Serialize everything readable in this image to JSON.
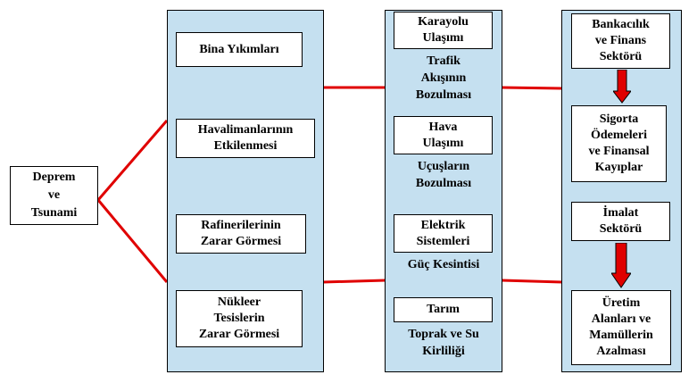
{
  "colors": {
    "column_fill": "#c5e0f0",
    "connector": "#e00000",
    "arrow": "#e00000"
  },
  "source": {
    "l1": "Deprem",
    "l2": "ve",
    "l3": "Tsunami"
  },
  "column1": {
    "items": [
      {
        "l1": "Bina Yıkımları"
      },
      {
        "l1": "Havalimanlarının",
        "l2": "Etkilenmesi"
      },
      {
        "l1": "Rafinerilerinin",
        "l2": "Zarar Görmesi"
      },
      {
        "l1": "Nükleer",
        "l2": "Tesislerin",
        "l3": "Zarar Görmesi"
      }
    ]
  },
  "column2": {
    "groups": [
      {
        "box_l1": "Karayolu",
        "box_l2": "Ulaşımı",
        "label_l1": "Trafik",
        "label_l2": "Akışının",
        "label_l3": "Bozulması"
      },
      {
        "box_l1": "Hava",
        "box_l2": "Ulaşımı",
        "label_l1": "Uçuşların",
        "label_l2": "Bozulması"
      },
      {
        "box_l1": "Elektrik",
        "box_l2": "Sistemleri",
        "label_l1": "Güç Kesintisi"
      },
      {
        "box_l1": "Tarım",
        "label_l1": "Toprak ve Su",
        "label_l2": "Kirliliği"
      }
    ]
  },
  "column3": {
    "items": [
      {
        "l1": "Bankacılık",
        "l2": "ve Finans",
        "l3": "Sektörü"
      },
      {
        "l1": "Sigorta",
        "l2": "Ödemeleri",
        "l3": "ve Finansal",
        "l4": "Kayıplar"
      },
      {
        "l1": "İmalat",
        "l2": "Sektörü"
      },
      {
        "l1": "Üretim",
        "l2": "Alanları ve",
        "l3": "Mamüllerin",
        "l4": "Azalması"
      }
    ]
  }
}
